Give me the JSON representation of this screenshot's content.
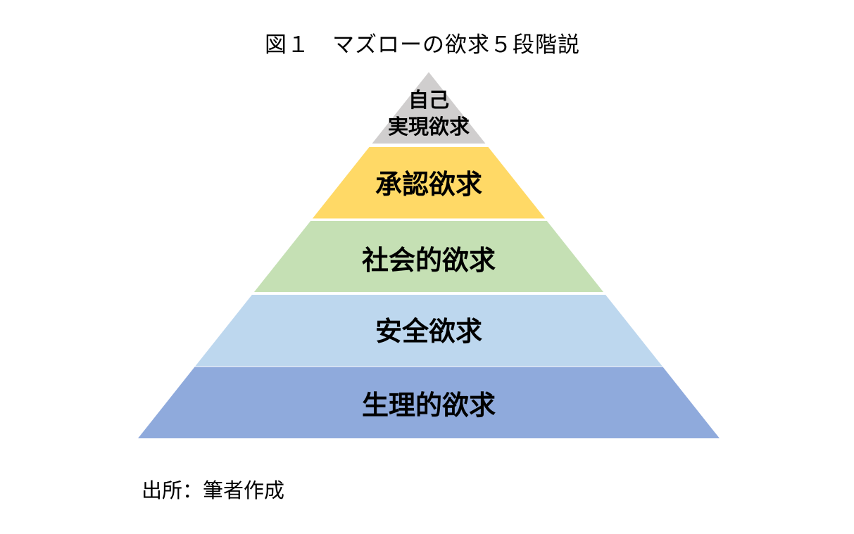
{
  "figure": {
    "title": "図１　マズローの欲求５段階説",
    "source": "出所：筆者作成"
  },
  "pyramid": {
    "type": "pyramid-5-levels",
    "levels": [
      {
        "label": "自己実現欲求",
        "line1": "自己",
        "line2": "実現欲求",
        "color": "#D0CECE"
      },
      {
        "label": "承認欲求",
        "color": "#FFD966"
      },
      {
        "label": "社会的欲求",
        "color": "#C5E0B4"
      },
      {
        "label": "安全欲求",
        "color": "#BDD7EE"
      },
      {
        "label": "生理的欲求",
        "color": "#8FAADC"
      }
    ]
  }
}
